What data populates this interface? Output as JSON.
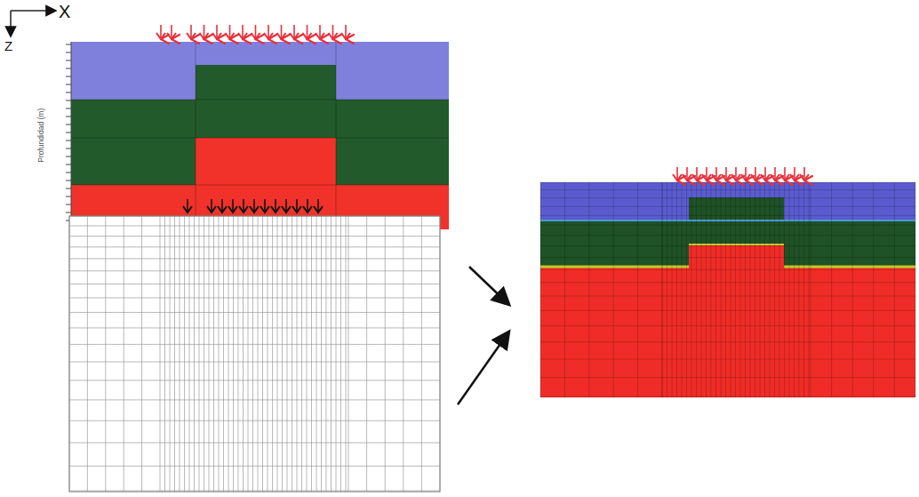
{
  "diagram": {
    "labels": [
      "X",
      "Z",
      "Profundidad (m)"
    ]
  }
}
